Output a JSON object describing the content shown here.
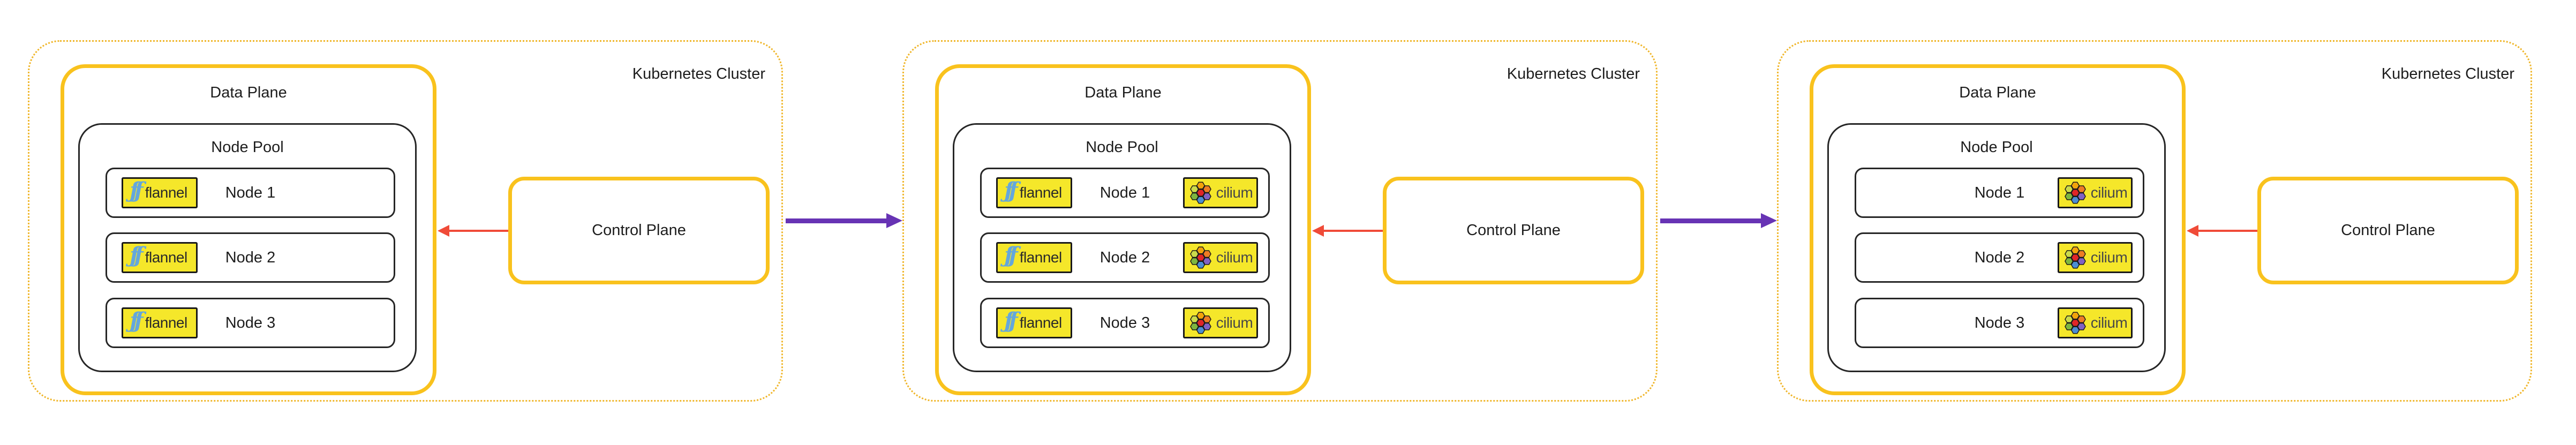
{
  "badges": {
    "flannel_label": "flannel",
    "flannel_glyph": "ƒƒ",
    "cilium_label": "cilium"
  },
  "clusters": [
    {
      "cluster_label": "Kubernetes Cluster",
      "data_plane_label": "Data Plane",
      "node_pool_label": "Node Pool",
      "control_plane_label": "Control Plane",
      "nodes": [
        {
          "label": "Node 1",
          "cni": [
            "flannel"
          ]
        },
        {
          "label": "Node 2",
          "cni": [
            "flannel"
          ]
        },
        {
          "label": "Node 3",
          "cni": [
            "flannel"
          ]
        }
      ]
    },
    {
      "cluster_label": "Kubernetes Cluster",
      "data_plane_label": "Data Plane",
      "node_pool_label": "Node Pool",
      "control_plane_label": "Control Plane",
      "nodes": [
        {
          "label": "Node 1",
          "cni": [
            "flannel",
            "cilium"
          ]
        },
        {
          "label": "Node 2",
          "cni": [
            "flannel",
            "cilium"
          ]
        },
        {
          "label": "Node 3",
          "cni": [
            "flannel",
            "cilium"
          ]
        }
      ]
    },
    {
      "cluster_label": "Kubernetes Cluster",
      "data_plane_label": "Data Plane",
      "node_pool_label": "Node Pool",
      "control_plane_label": "Control Plane",
      "nodes": [
        {
          "label": "Node 1",
          "cni": [
            "cilium"
          ]
        },
        {
          "label": "Node 2",
          "cni": [
            "cilium"
          ]
        },
        {
          "label": "Node 3",
          "cni": [
            "cilium"
          ]
        }
      ]
    }
  ],
  "colors": {
    "cluster_border_dotted": "#F0B62A",
    "plane_border_solid": "#F9C21D",
    "node_border": "#262626",
    "badge_background": "#F5E72A",
    "flannel_blue": "#64A7DC",
    "red_arrow": "#F04B38",
    "purple_arrow": "#6733B4",
    "cilium_hexagons": {
      "top_left": "#CBDB4B",
      "top": "#F2A30B",
      "top_right": "#EE7C24",
      "left": "#7EB63F",
      "center": "#E12528",
      "bottom": "#4C8ED2",
      "bottom_right": "#8162C3"
    }
  }
}
